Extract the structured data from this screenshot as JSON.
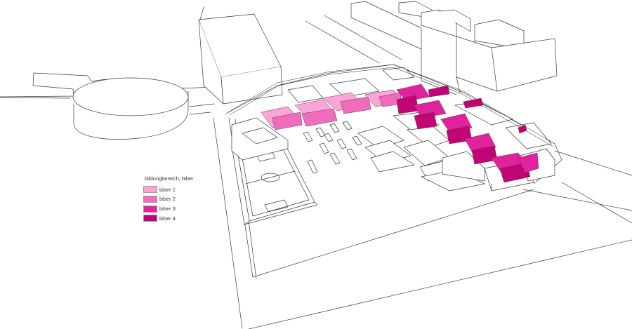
{
  "legend": {
    "title": "bildungbereich, biber",
    "items": [
      {
        "label": "biber 1",
        "color": "#f7a6d6"
      },
      {
        "label": "biber 2",
        "color": "#f06cbd"
      },
      {
        "label": "biber 3",
        "color": "#e0239c"
      },
      {
        "label": "biber 4",
        "color": "#c10575"
      }
    ]
  }
}
